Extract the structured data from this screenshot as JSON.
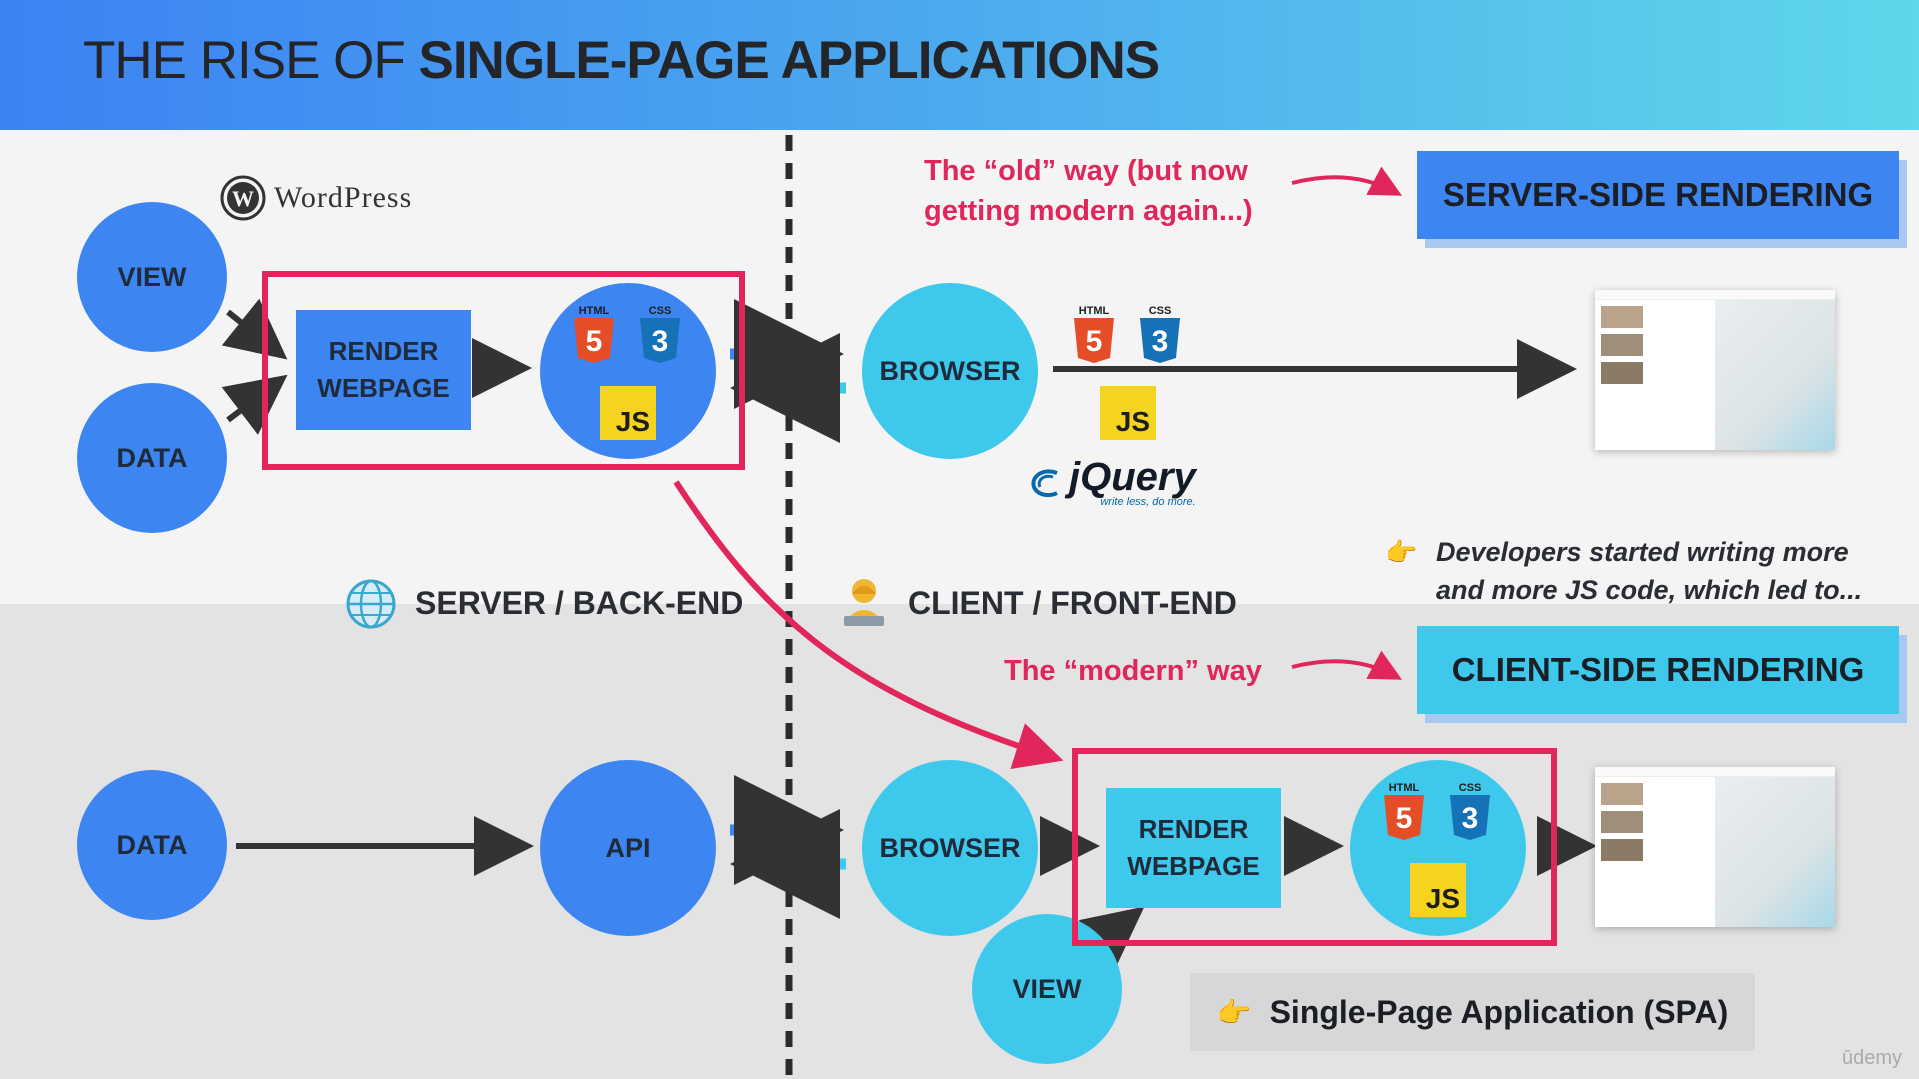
{
  "title": {
    "regular": "THE RISE OF ",
    "bold": "SINGLE-PAGE APPLICATIONS"
  },
  "logos": {
    "wordpress": "WordPress",
    "jquery": "jQuery",
    "jquery_tagline": "write less, do more.",
    "watermark": "ūdemy"
  },
  "top_section": {
    "view": "VIEW",
    "data": "DATA",
    "render_webpage": "RENDER\nWEBPAGE",
    "browser": "BROWSER",
    "old_way": "The “old” way (but now\ngetting modern again...)",
    "ssr_banner": "SERVER-SIDE RENDERING"
  },
  "divider_labels": {
    "server": "SERVER / BACK-END",
    "client": "CLIENT / FRONT-END"
  },
  "note": "Developers started writing more\nand more JS code, which led to...",
  "bottom_section": {
    "data": "DATA",
    "api": "API",
    "browser": "BROWSER",
    "view": "VIEW",
    "render_webpage": "RENDER\nWEBPAGE",
    "modern_way": "The “modern” way",
    "csr_banner": "CLIENT-SIDE RENDERING",
    "spa": "Single-Page Application (SPA)"
  },
  "tech_badges": {
    "html": "HTML",
    "html_num": "5",
    "css": "CSS",
    "css_num": "3",
    "js": "JS"
  },
  "colors": {
    "blue_circle": "#3d86f1",
    "cyan_circle": "#3ec9ec",
    "highlight_red": "#e0265a",
    "ssr_banner": "#3d86f1",
    "csr_banner": "#3ec9ec"
  }
}
